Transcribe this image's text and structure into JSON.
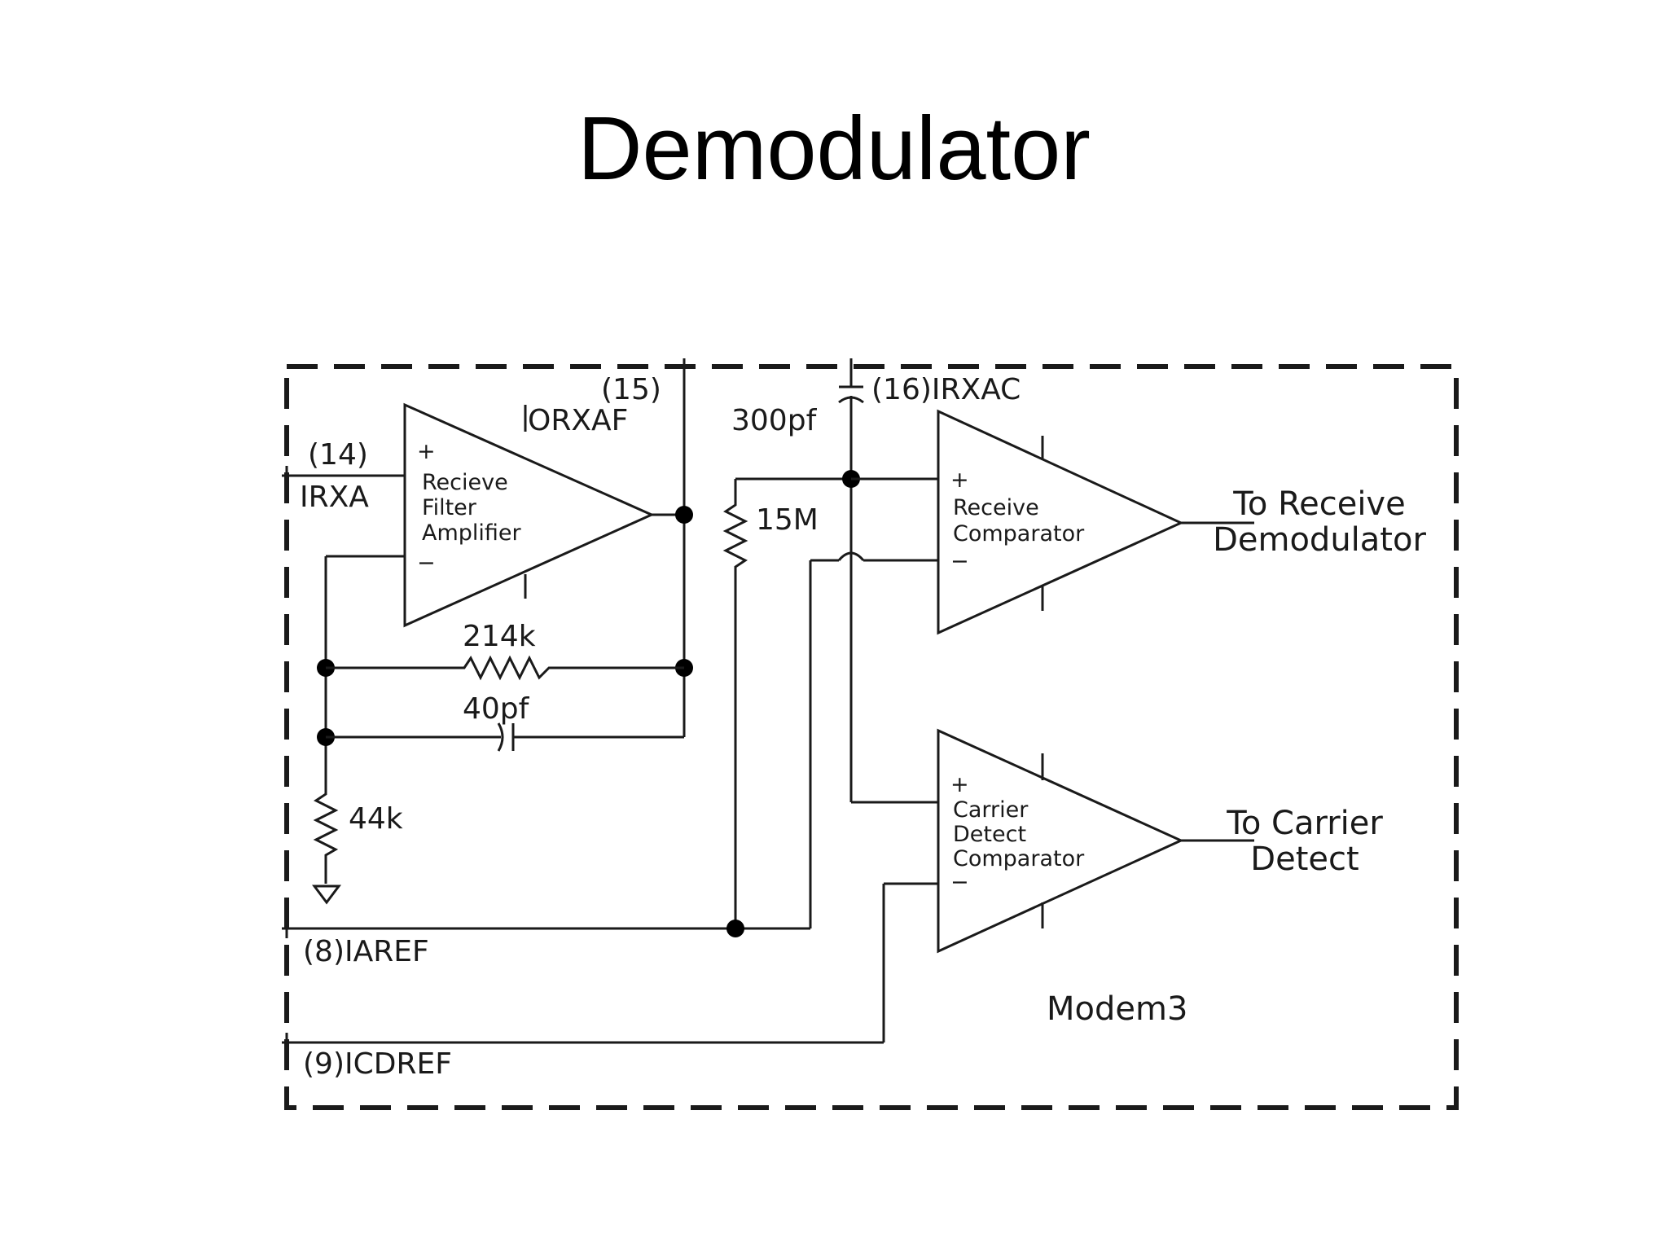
{
  "title": "Demodulator",
  "block_name": "Modem3",
  "pins": {
    "irxa_num": "(14)",
    "irxa_name": "IRXA",
    "orxaf_num": "(15)",
    "orxaf_name": "ORXAF",
    "irxac": "(16)IRXAC",
    "iaref": "(8)IAREF",
    "icdref": "(9)ICDREF"
  },
  "components": {
    "c_300": "300pf",
    "r_15m": "15M",
    "r_214k": "214k",
    "c_40": "40pf",
    "r_44k": "44k"
  },
  "amplifiers": {
    "filter_amp": [
      "Recieve",
      "Filter",
      "Amplifier"
    ],
    "receive_comp": [
      "Receive",
      "Comparator"
    ],
    "carrier_comp": [
      "Carrier",
      "Detect",
      "Comparator"
    ],
    "plus": "+",
    "minus": "−"
  },
  "outputs": {
    "receive": [
      "To Receive",
      "Demodulator"
    ],
    "carrier": [
      "To Carrier",
      "Detect"
    ]
  }
}
